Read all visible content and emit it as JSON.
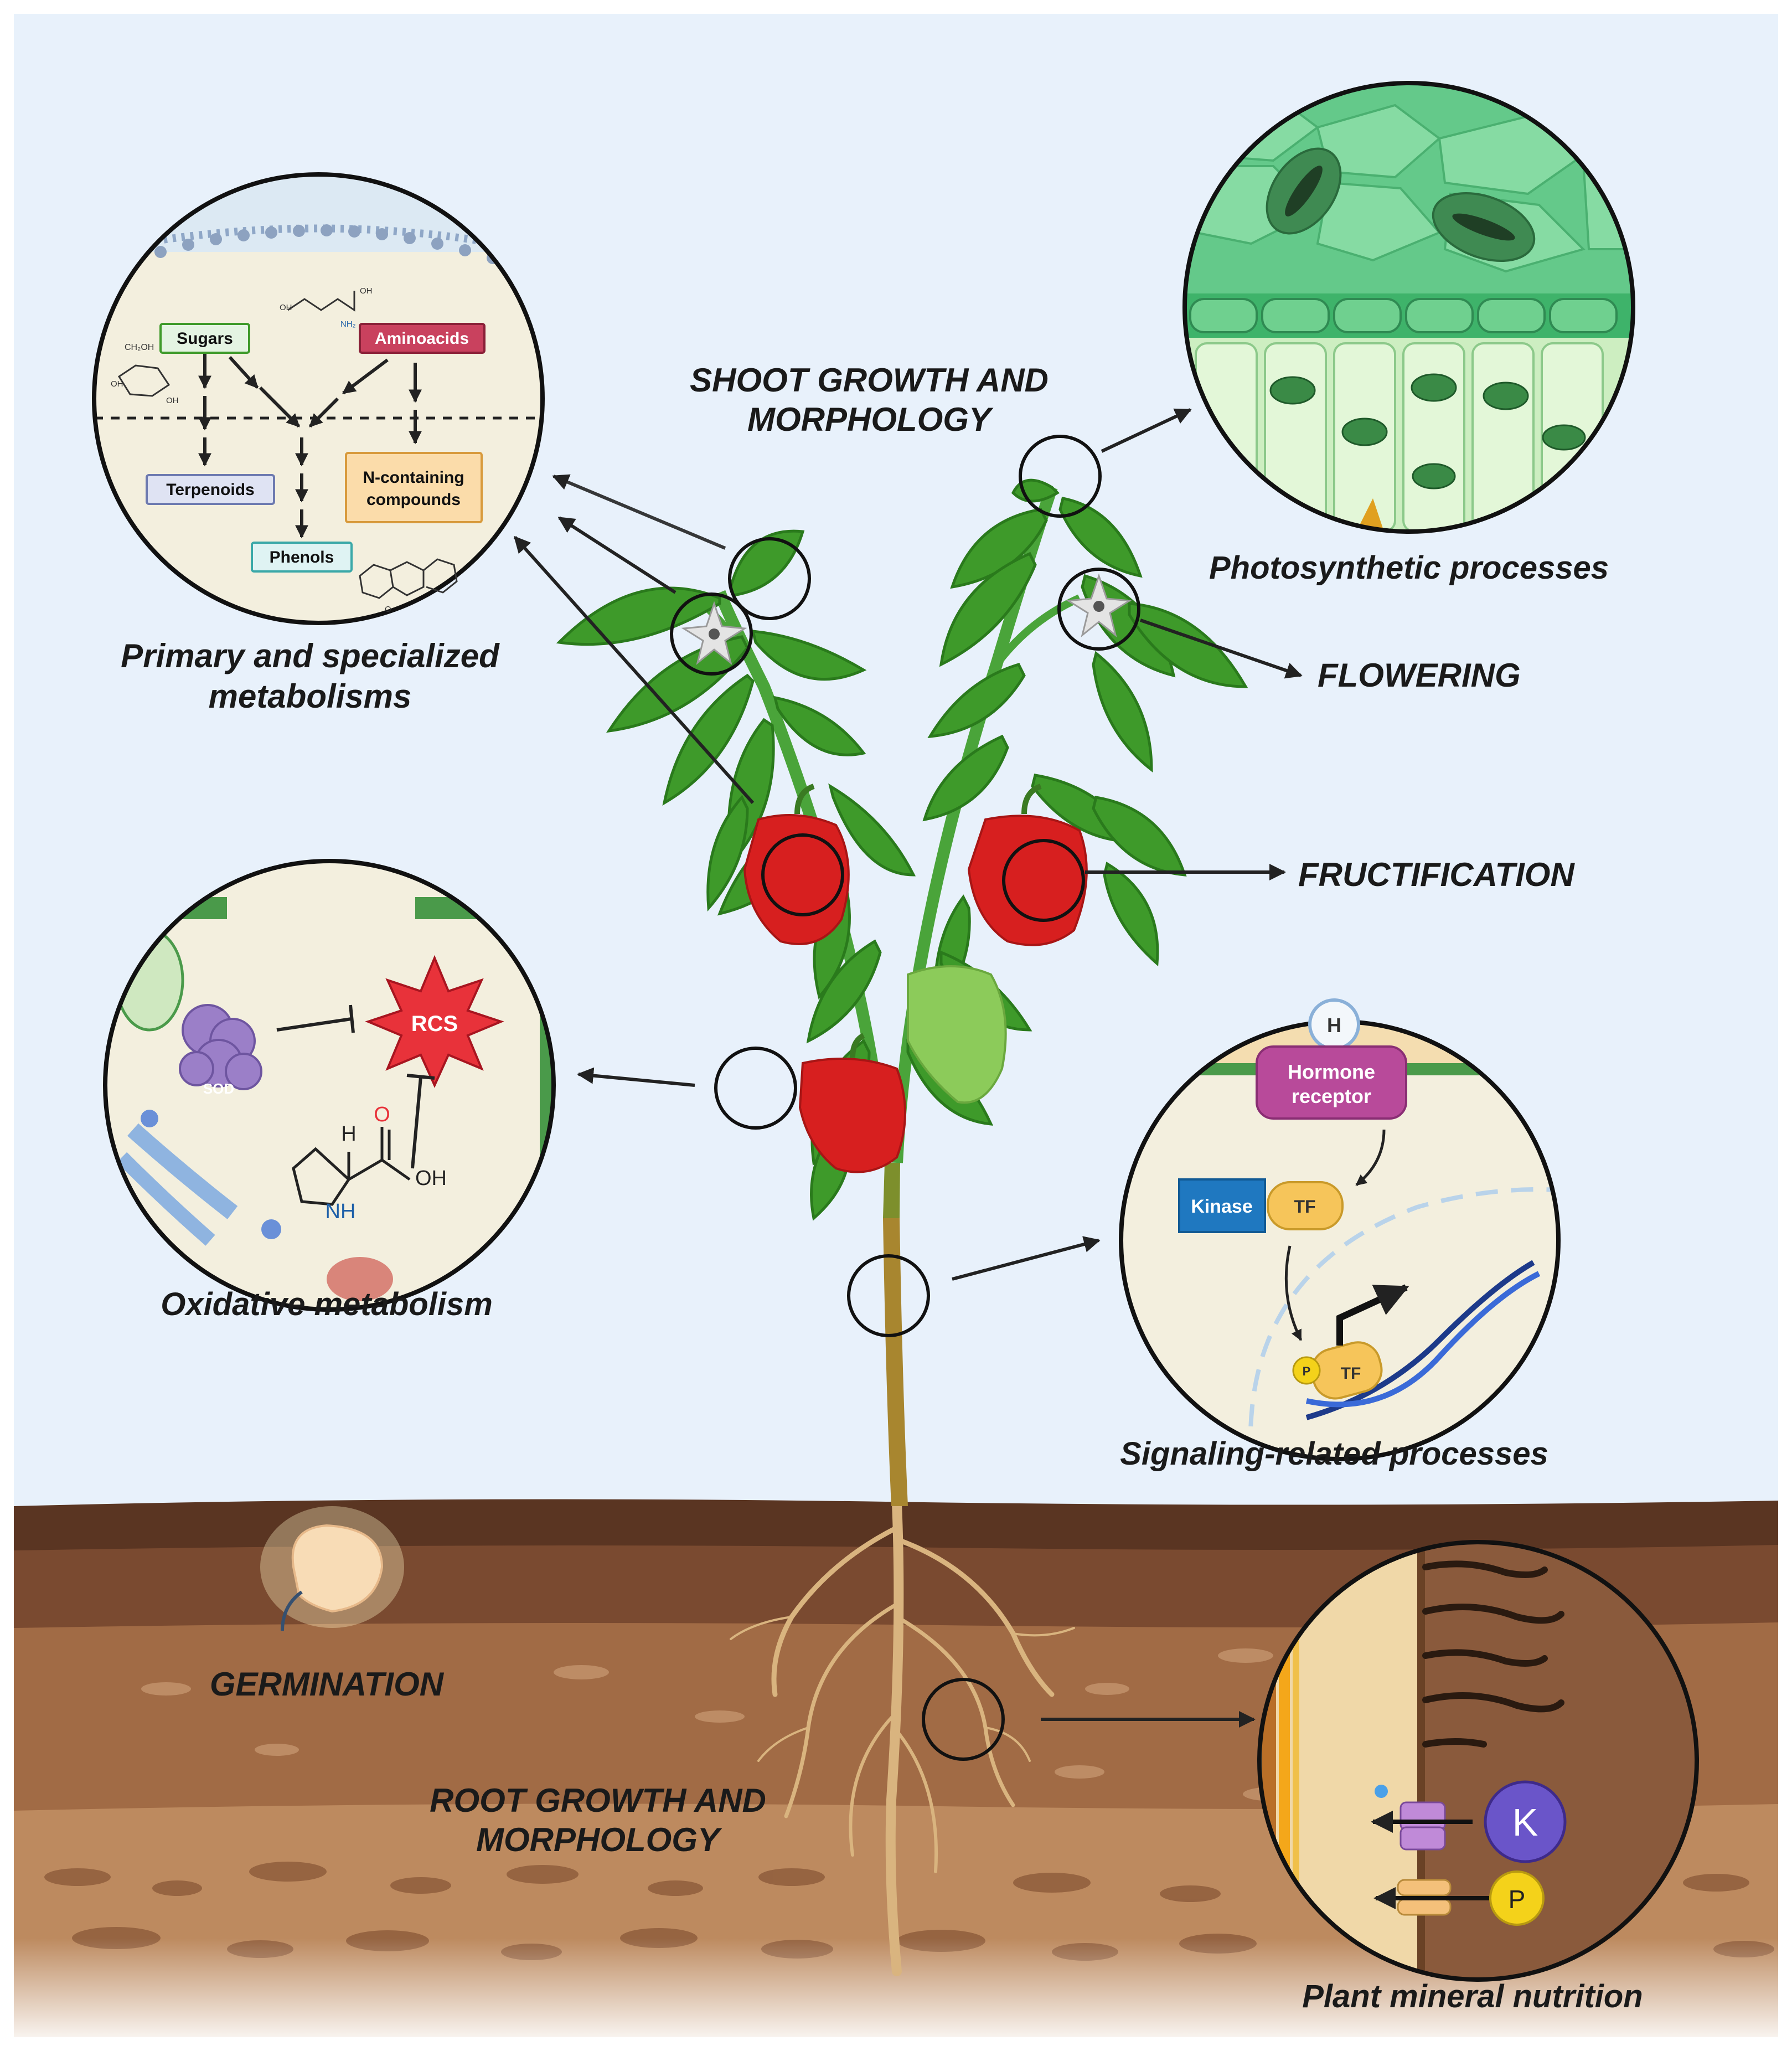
{
  "labels": {
    "shoot_line1": "SHOOT GROWTH AND",
    "shoot_line2": "MORPHOLOGY",
    "photosynthetic": "Photosynthetic processes",
    "flowering": "FLOWERING",
    "fructification": "FRUCTIFICATION",
    "primary_line1": "Primary and specialized",
    "primary_line2": "metabolisms",
    "oxidative": "Oxidative metabolism",
    "signaling": "Signaling-related processes",
    "germination": "GERMINATION",
    "root_line1": "ROOT GROWTH AND",
    "root_line2": "MORPHOLOGY",
    "mineral": "Plant mineral nutrition"
  },
  "metabolism_panel": {
    "sugars": "Sugars",
    "aminoacids": "Aminoacids",
    "terpenoids": "Terpenoids",
    "n_containing_1": "N-containing",
    "n_containing_2": "compounds",
    "phenols": "Phenols",
    "chem_ch2oh": "CH₂OH",
    "chem_oh": "OH",
    "chem_nh2": "NH₂",
    "chem_o": "O"
  },
  "oxidative_panel": {
    "rcs": "RCS",
    "sod": "SOD",
    "h": "H",
    "o": "O",
    "oh": "OH",
    "nh": "NH"
  },
  "signaling_panel": {
    "h": "H",
    "hormone_1": "Hormone",
    "hormone_2": "receptor",
    "kinase": "Kinase",
    "tf": "TF",
    "p": "P",
    "tf2": "TF"
  },
  "mineral_panel": {
    "k": "K",
    "p": "P"
  },
  "colors": {
    "sky": "#e8f1fb",
    "soil_dark": "#5a3522",
    "soil_mid": "#8a5a3c",
    "soil_light": "#a87651",
    "leaf": "#3e9a2a",
    "pepper_red": "#d71f1f",
    "pepper_green": "#8ccb5a",
    "rcs_red": "#e8323a",
    "kinase_blue": "#1f78c0",
    "tf_yellow": "#f6c55a",
    "receptor_pink": "#b84a9a",
    "k_purple": "#6a55c9",
    "p_yellow": "#f4d21a"
  }
}
